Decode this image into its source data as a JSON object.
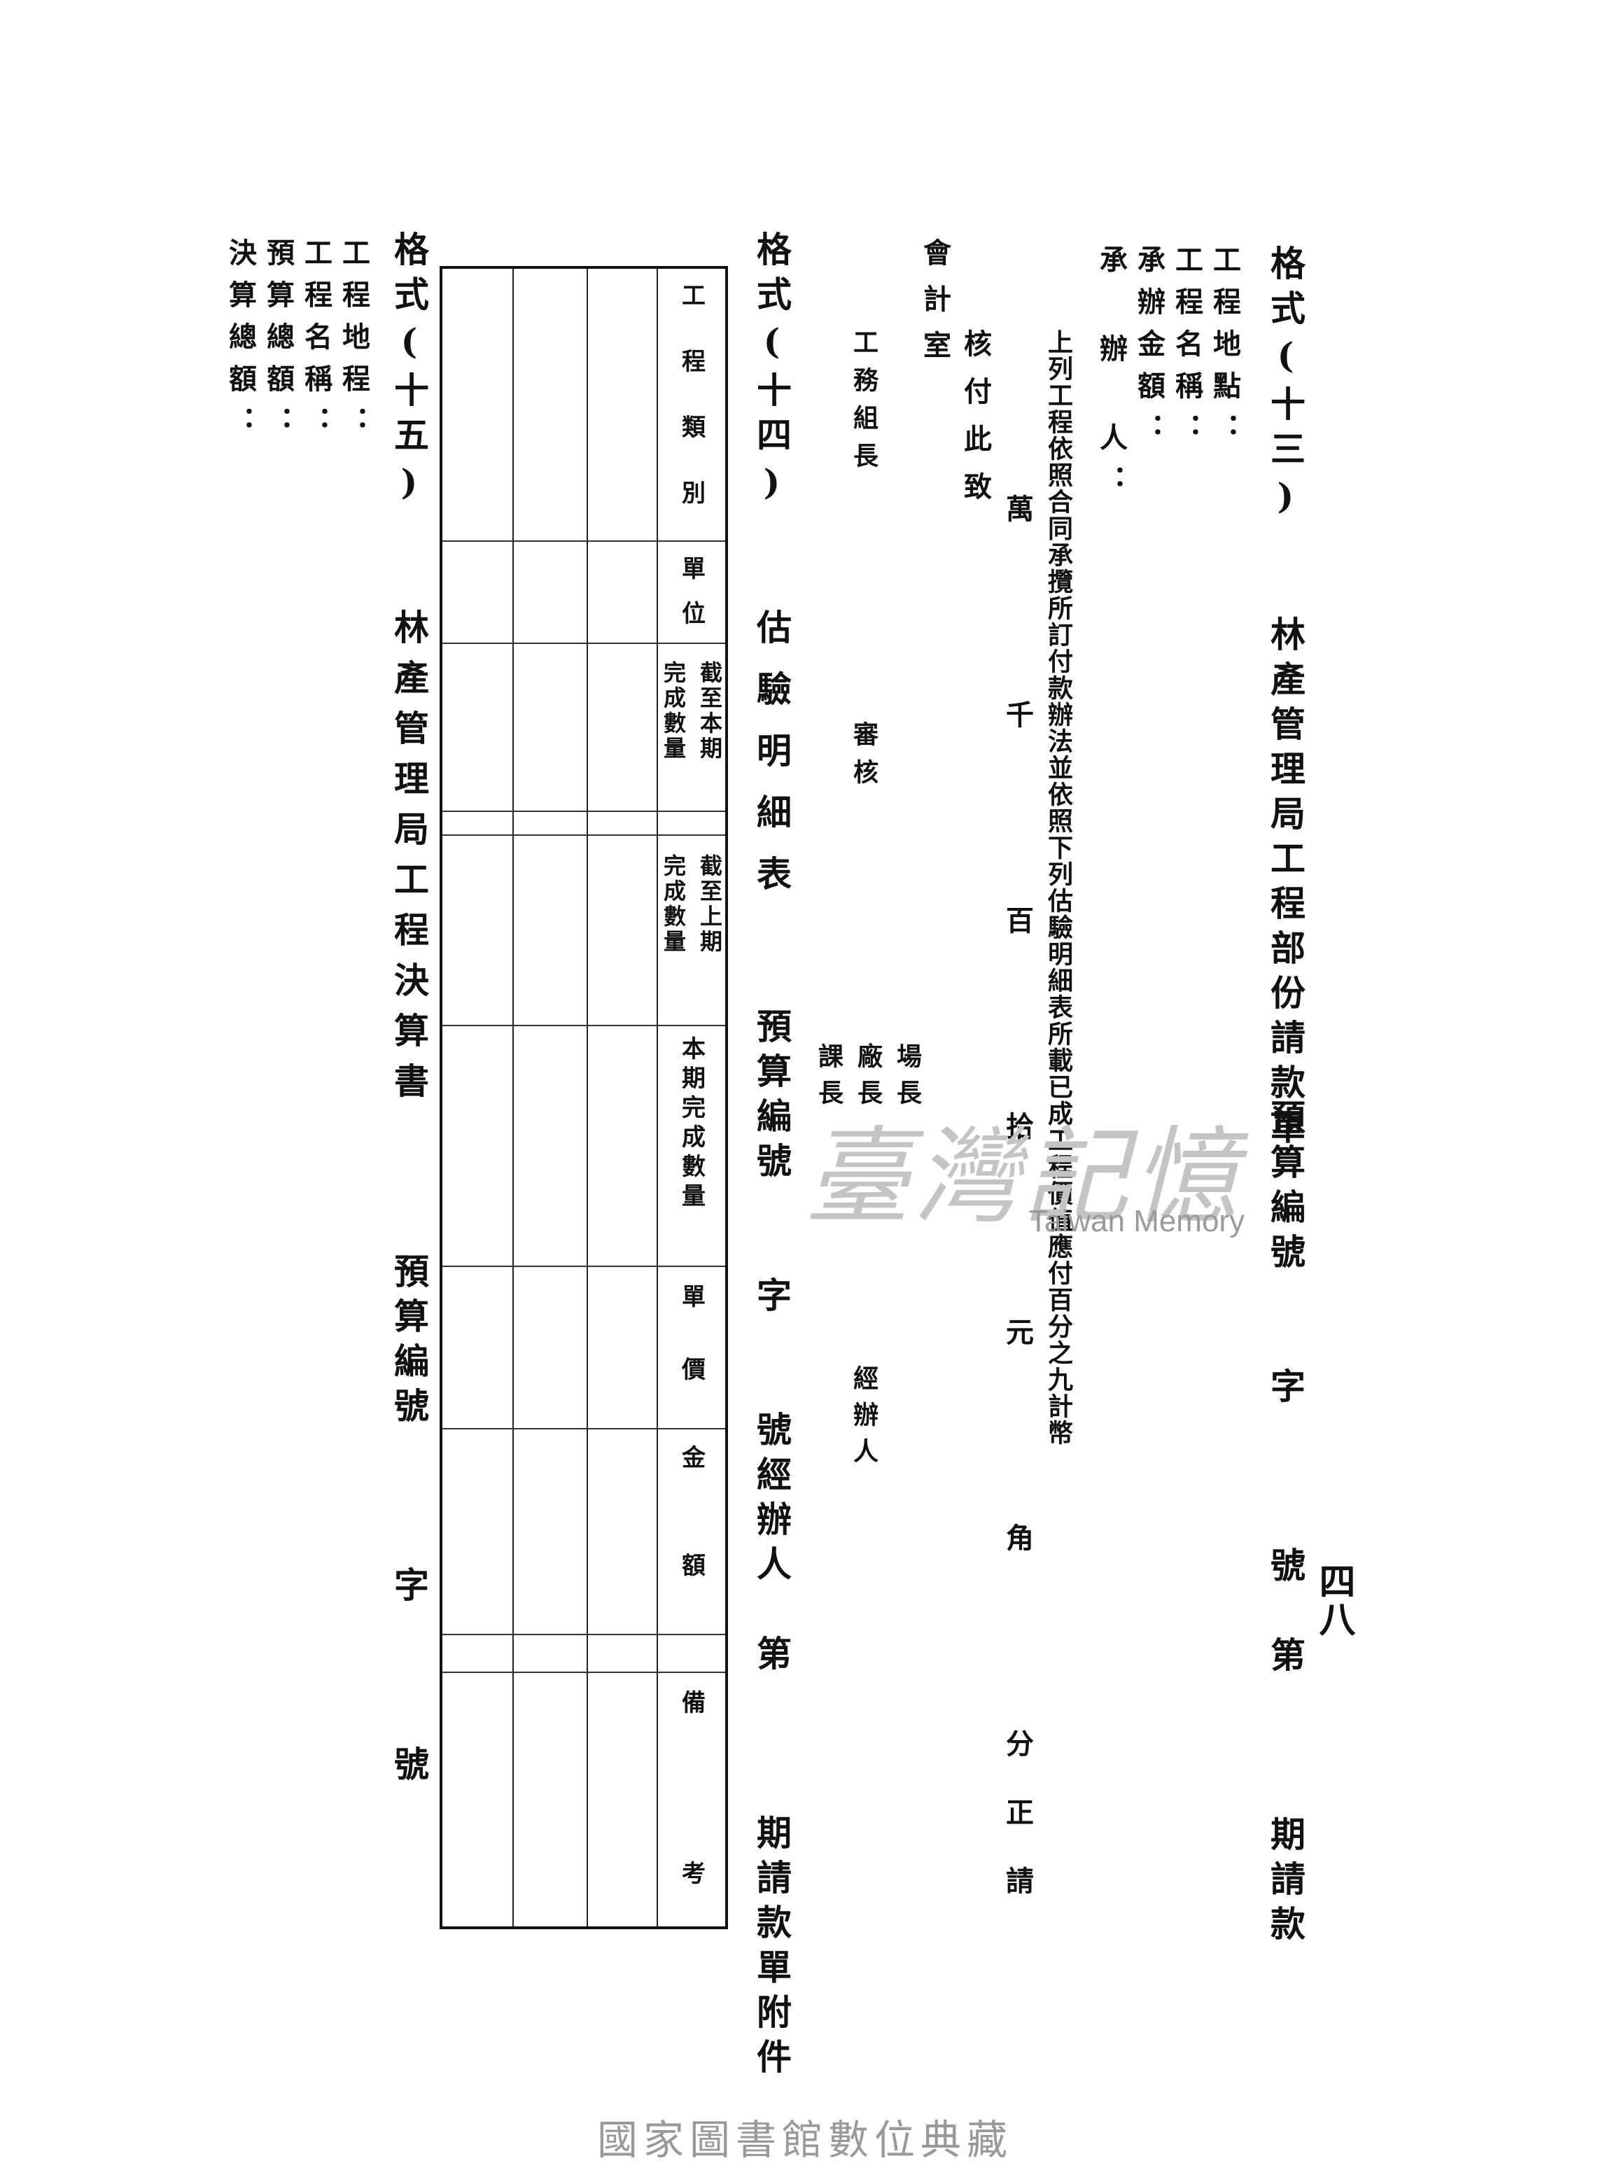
{
  "page_number": "四八",
  "form13": {
    "title": "格式(十三)",
    "heading": "林產管理局工程部份請款單",
    "budget_ref": "預算編號　　字　　　號　第　　　期請款",
    "fields": [
      "工程地點：",
      "工程名稱：",
      "承辦金額：",
      "承 辦 人："
    ],
    "statement": "上列工程依照合同承攬所訂付款辦法並依照下列估驗明細表所載已成工程價值應付百分之九計幣",
    "amount_line": "萬　　千　　百　　拾　　元　　角　　分正請",
    "approve_line": "核付此致",
    "accounting": "會計室",
    "signatures": {
      "work_group": "工務組長",
      "review": "審核",
      "field_head": "場長",
      "factory_head": "廠長",
      "section_head": "課長",
      "handler": "經辦人"
    }
  },
  "form14": {
    "title": "格式(十四)",
    "heading": "估驗明細表",
    "budget_ref": "預算編號　　字　　號經辦人　第　　　期請款單附件",
    "columns": [
      {
        "label": "工程類別"
      },
      {
        "label": "單位"
      },
      {
        "pair": [
          "截至本期",
          "完成數量"
        ]
      },
      {
        "pair": [
          "截至上期",
          "完成數量"
        ]
      },
      {
        "label": "本期完成數量"
      },
      {
        "label": "單價"
      },
      {
        "label": "金額"
      },
      {
        "label": "備考"
      }
    ]
  },
  "form15": {
    "title": "格式(十五)",
    "heading": "林產管理局工程決算書",
    "budget_ref": "預算編號　　　字　　　號",
    "fields": [
      "工程地程：",
      "工程名稱：",
      "預算總額：",
      "決算總額："
    ]
  },
  "watermark": {
    "cn": "臺灣記憶",
    "en": "Taiwan Memory"
  },
  "footer": "國家圖書館數位典藏"
}
